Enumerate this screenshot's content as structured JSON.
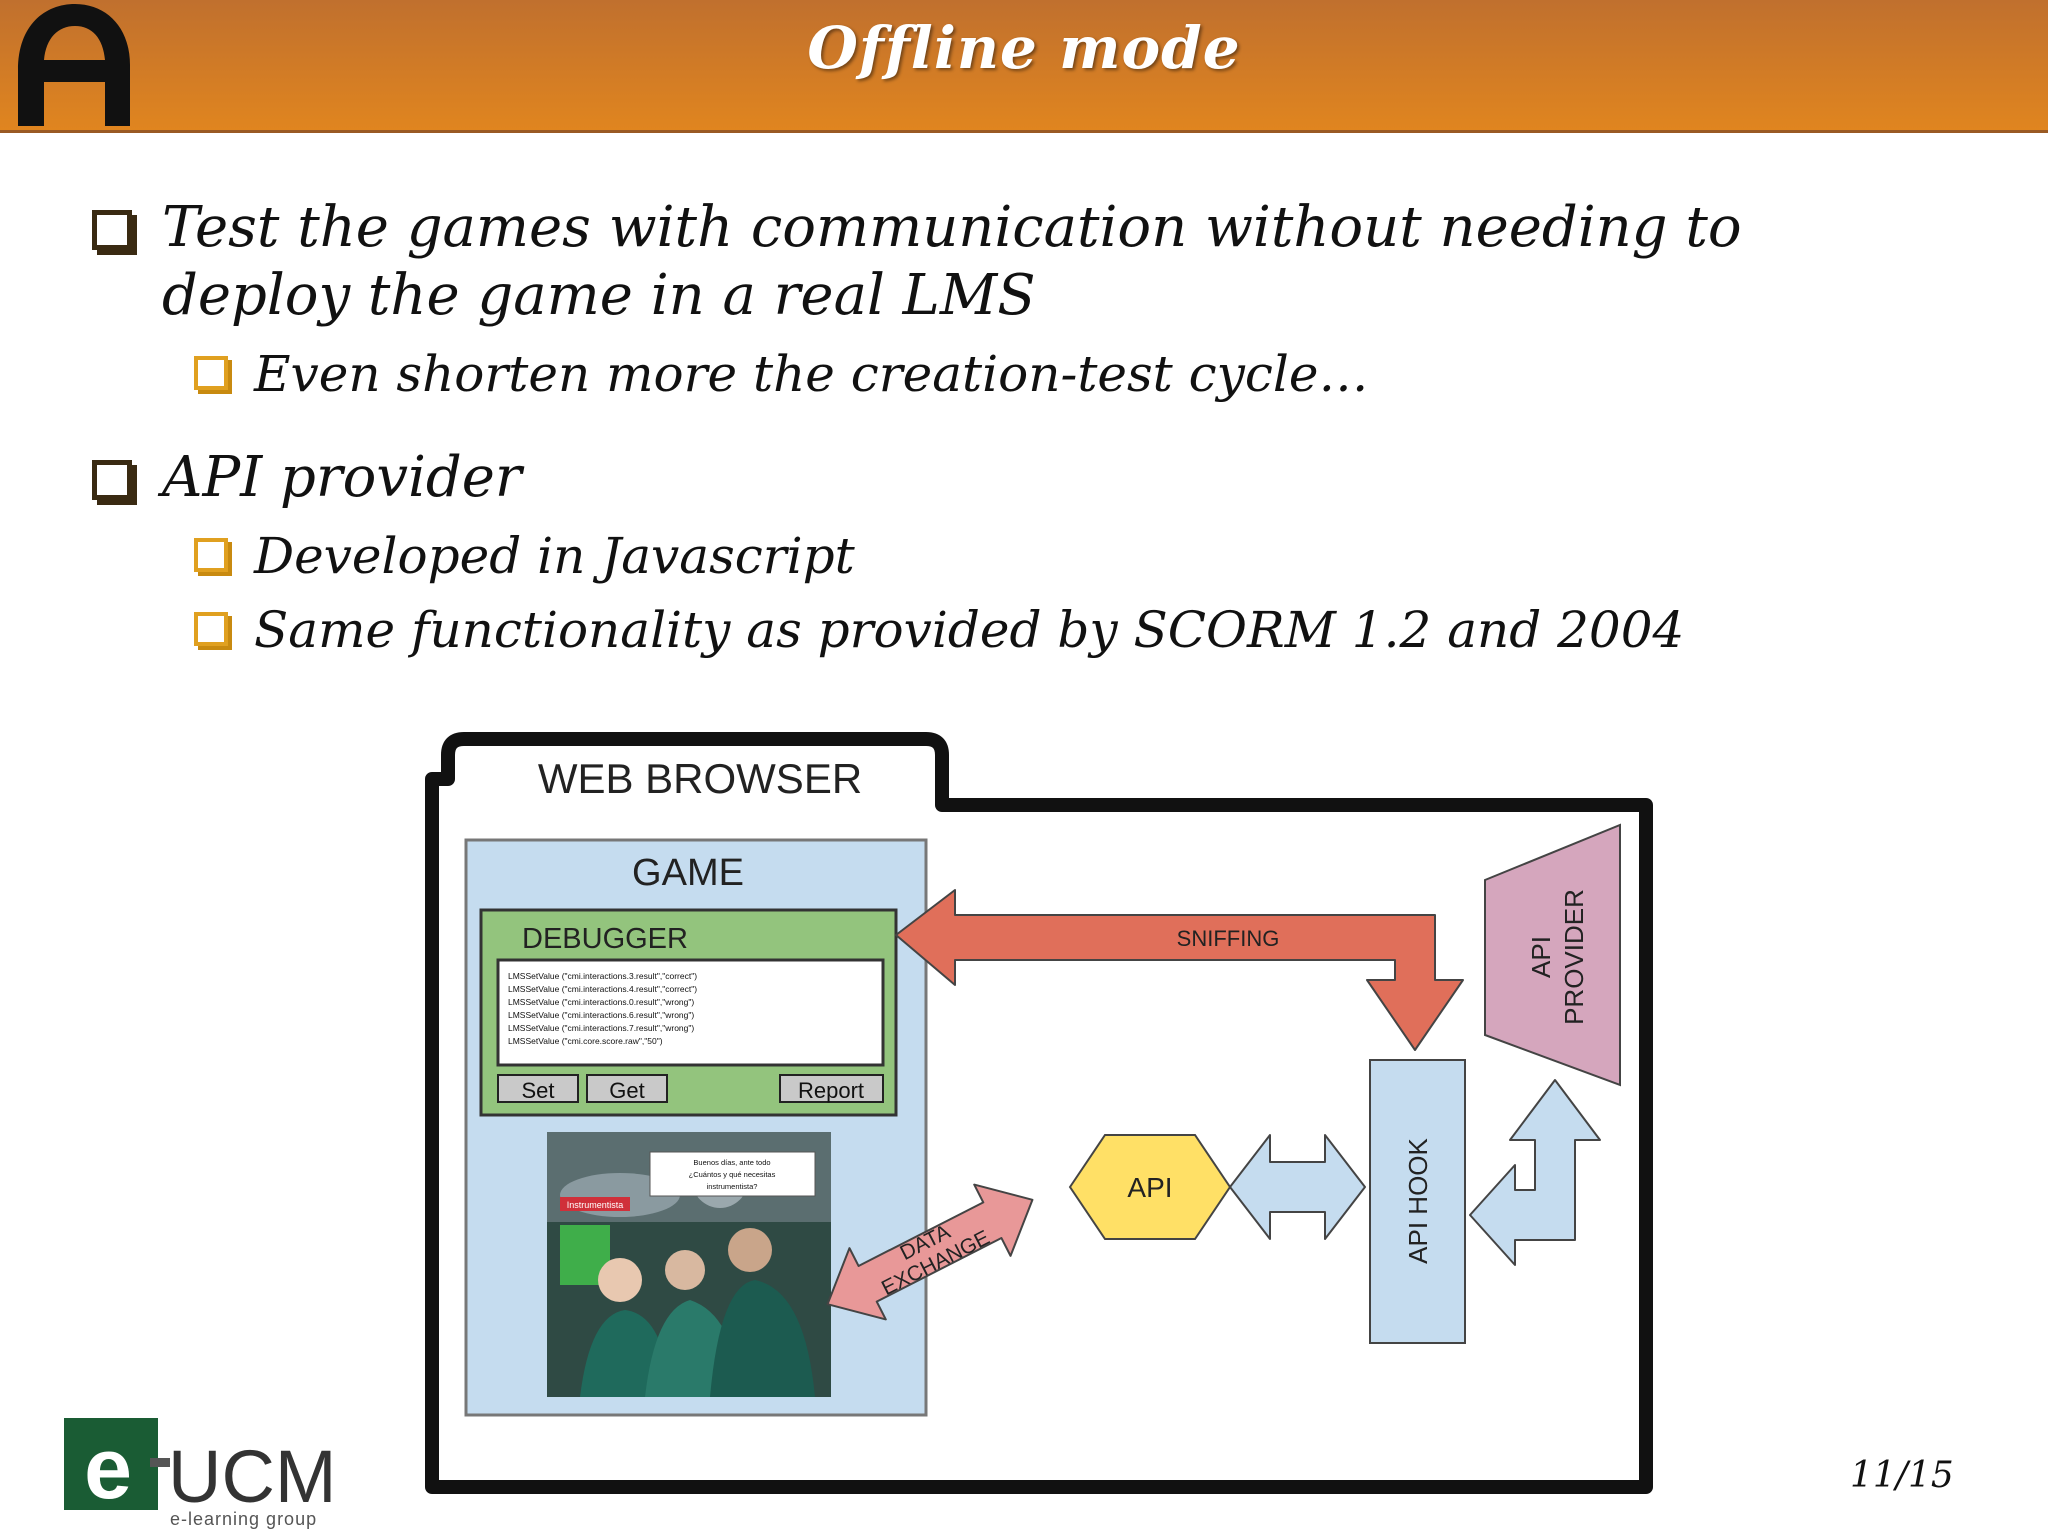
{
  "header": {
    "title": "Offline mode"
  },
  "bullets": [
    {
      "line1": "Test the games with communication without needing to",
      "line2": "deploy the game in a real LMS"
    },
    {
      "sub": "Even shorten more the creation-test cycle…"
    },
    {
      "text": "API provider"
    },
    {
      "sub": "Developed in Javascript"
    },
    {
      "sub": "Same functionality as provided by SCORM 1.2 and 2004"
    }
  ],
  "diagram": {
    "browser_label": "WEB BROWSER",
    "game_label": "GAME",
    "debugger_label": "DEBUGGER",
    "log_lines": [
      "LMSSetValue (\"cmi.interactions.3.result\",\"correct\")",
      "LMSSetValue (\"cmi.interactions.4.result\",\"correct\")",
      "LMSSetValue (\"cmi.interactions.0.result\",\"wrong\")",
      "LMSSetValue (\"cmi.interactions.6.result\",\"wrong\")",
      "LMSSetValue (\"cmi.interactions.7.result\",\"wrong\")",
      "LMSSetValue (\"cmi.core.score.raw\",\"50\")"
    ],
    "buttons": {
      "set": "Set",
      "get": "Get",
      "report": "Report"
    },
    "sniffing_label": "SNIFFING",
    "data_exchange_line1": "DATA",
    "data_exchange_line2": "EXCHANGE",
    "api_label": "API",
    "api_hook_label": "API HOOK",
    "api_provider_line1": "API",
    "api_provider_line2": "PROVIDER",
    "photo_tag": "Instrumentista",
    "photo_bubble_lines": [
      "Buenos días, ante todo",
      "¿Cuántos y qué necesitas",
      "instrumentista?"
    ]
  },
  "footer": {
    "logo_letter": "e",
    "logo_text": "UCM",
    "logo_subtitle": "e-learning group",
    "page": "11/15"
  },
  "colors": {
    "header": "#e0851f",
    "game_panel": "#c5dcef",
    "debugger": "#93c47d",
    "sniffing_arrow": "#e06f5a",
    "data_exchange_arrow": "#e89898",
    "api_hex": "#ffe066",
    "api_provider": "#d5a6bd",
    "blue_arrows": "#c5dcef"
  }
}
